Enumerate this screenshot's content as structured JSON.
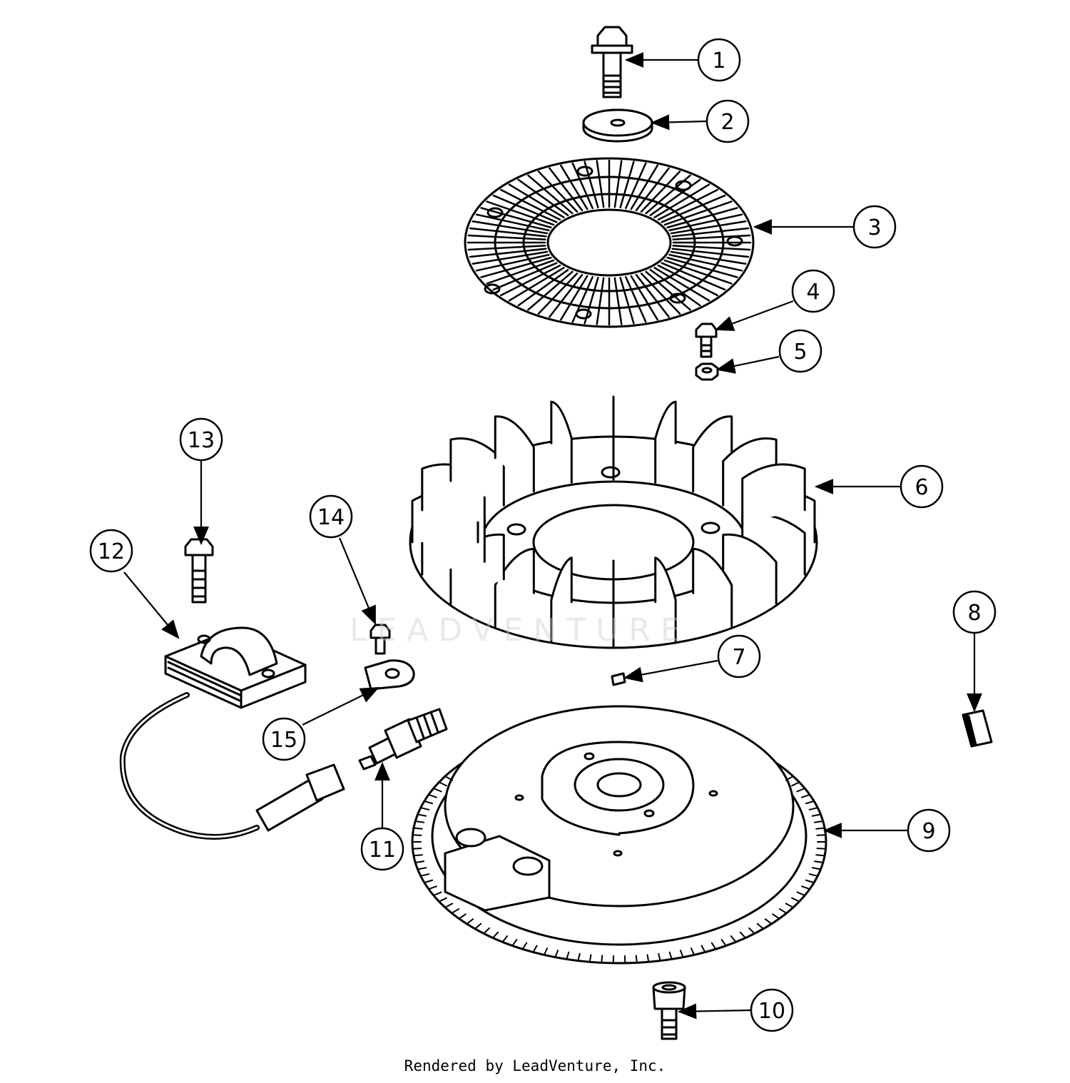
{
  "diagram": {
    "callouts": [
      {
        "id": "1",
        "label": "1"
      },
      {
        "id": "2",
        "label": "2"
      },
      {
        "id": "3",
        "label": "3"
      },
      {
        "id": "4",
        "label": "4"
      },
      {
        "id": "5",
        "label": "5"
      },
      {
        "id": "6",
        "label": "6"
      },
      {
        "id": "7",
        "label": "7"
      },
      {
        "id": "8",
        "label": "8"
      },
      {
        "id": "9",
        "label": "9"
      },
      {
        "id": "10",
        "label": "10"
      },
      {
        "id": "11",
        "label": "11"
      },
      {
        "id": "12",
        "label": "12"
      },
      {
        "id": "13",
        "label": "13"
      },
      {
        "id": "14",
        "label": "14"
      },
      {
        "id": "15",
        "label": "15"
      }
    ],
    "watermark": "LEADVENTURE",
    "footer": "Rendered by LeadVenture, Inc."
  }
}
